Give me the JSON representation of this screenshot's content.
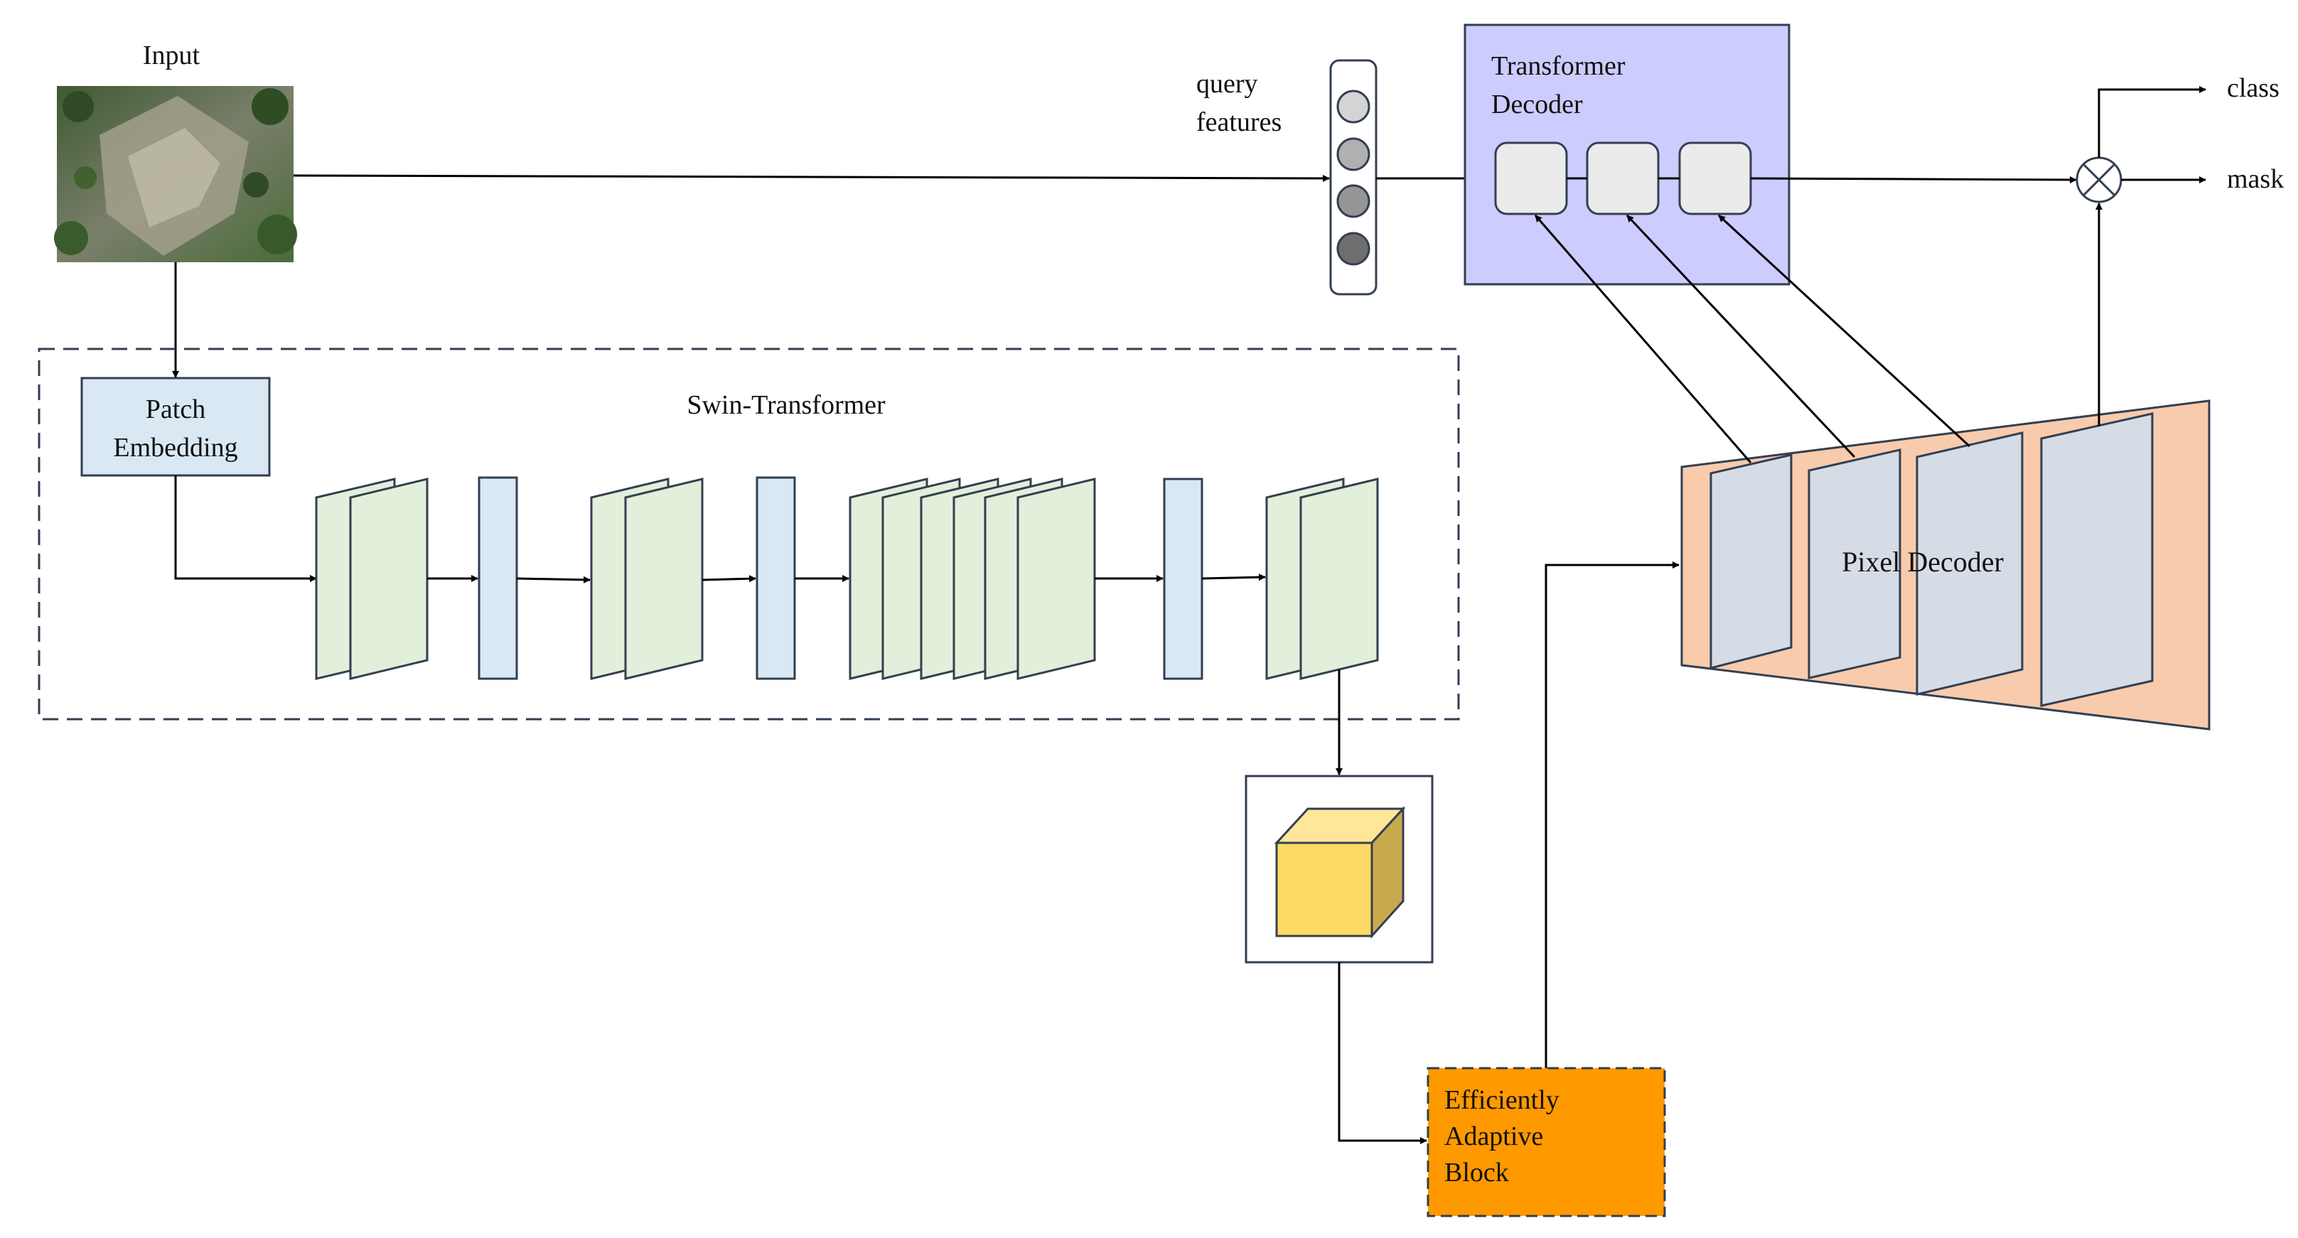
{
  "labels": {
    "input": "Input",
    "query_line1": "query",
    "query_line2": "features",
    "transformer_decoder_line1": "Transformer",
    "transformer_decoder_line2": "Decoder",
    "class": "class",
    "mask": "mask",
    "patch_line1": "Patch",
    "patch_line2": "Embedding",
    "swin": "Swin-Transformer",
    "pixel_decoder": "Pixel Decoder",
    "eab_line1": "Efficiently",
    "eab_line2": "Adaptive",
    "eab_line3": "Block"
  },
  "colors": {
    "transformer_decoder_fill": "#ccccff",
    "decoder_cell_fill": "#ebebeb",
    "patch_embedding_fill": "#dae8f4",
    "swin_stage_fill": "#e2efda",
    "merge_block_fill": "#dae8f4",
    "pixel_decoder_fill": "#f8cbad",
    "pixel_plane_fill": "#d6dce5",
    "cube_front": "#ffd966",
    "cube_top": "#ffe699",
    "cube_side": "#c9a94e",
    "eab_fill": "#ff9900",
    "query_circle_fills": [
      "#d4d4d4",
      "#b0b0b0",
      "#959595",
      "#6e6e6e"
    ],
    "stroke": "#333f50"
  },
  "input_image": "aerial-forest-photo"
}
